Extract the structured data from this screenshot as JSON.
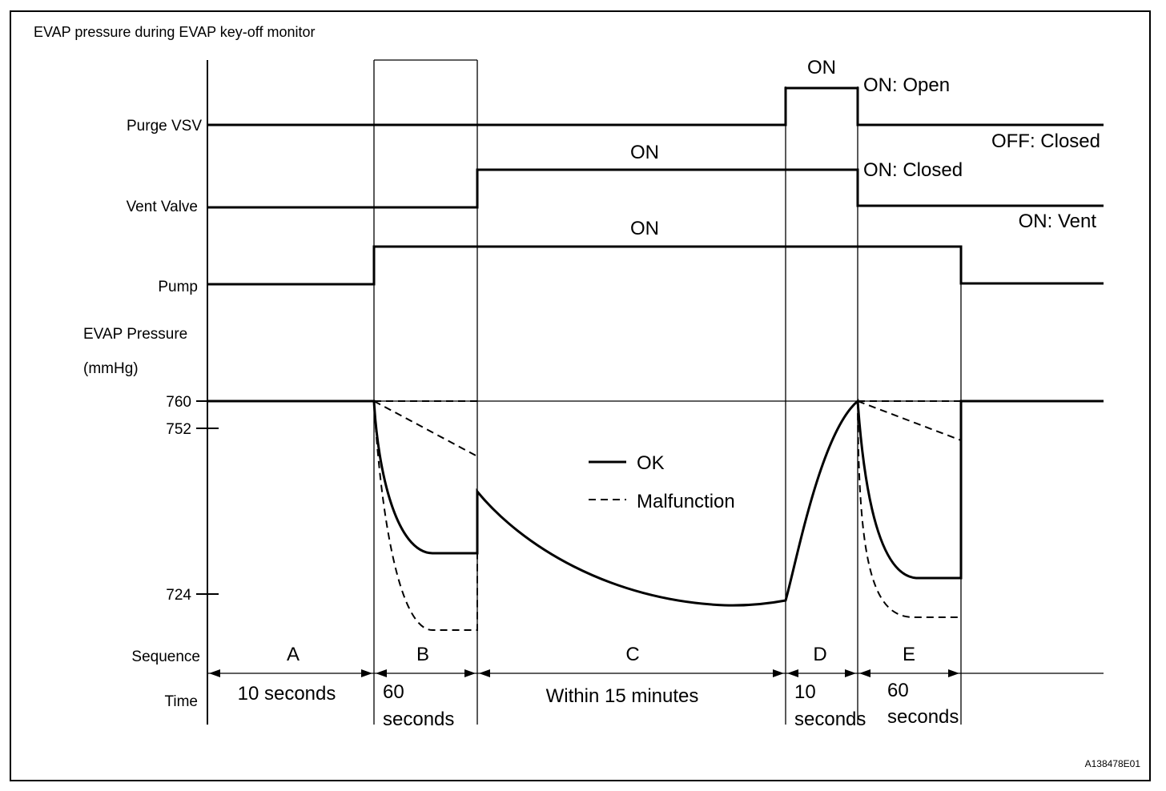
{
  "title": "EVAP pressure during EVAP key-off monitor",
  "signals": {
    "purge_vsv": "Purge VSV",
    "vent_valve": "Vent Valve",
    "pump": "Pump",
    "evap_pressure": "EVAP Pressure",
    "unit": "(mmHg)"
  },
  "states": {
    "purge_on": "ON",
    "purge_on_open": "ON: Open",
    "purge_off_closed": "OFF: Closed",
    "vent_on": "ON",
    "vent_on_closed": "ON: Closed",
    "vent_on_vent": "ON: Vent",
    "pump_on": "ON"
  },
  "pressure_ticks": [
    "760",
    "752",
    "724"
  ],
  "legend": {
    "ok": "OK",
    "malfunction": "Malfunction"
  },
  "sequence_label": "Sequence",
  "time_label": "Time",
  "sequences": [
    {
      "id": "A",
      "time": "10 seconds",
      "time2": ""
    },
    {
      "id": "B",
      "time": "60",
      "time2": "seconds"
    },
    {
      "id": "C",
      "time": "Within 15 minutes",
      "time2": ""
    },
    {
      "id": "D",
      "time": "10",
      "time2": "seconds"
    },
    {
      "id": "E",
      "time": "60",
      "time2": "seconds"
    }
  ],
  "figure_id": "A138478E01"
}
